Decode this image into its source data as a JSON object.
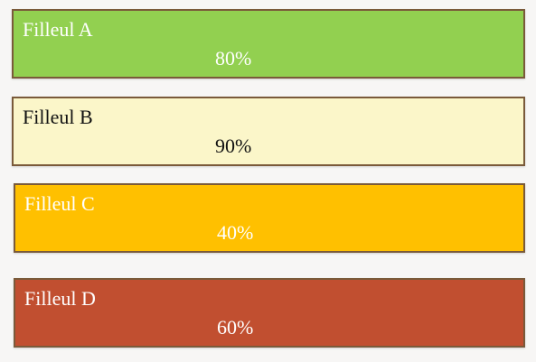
{
  "cards": [
    {
      "name": "Filleul A",
      "percent": "80%",
      "bg": "#92d050",
      "text_color": "#ffffff"
    },
    {
      "name": "Filleul B",
      "percent": "90%",
      "bg": "#fbf6c9",
      "text_color": "#111111"
    },
    {
      "name": "Filleul C",
      "percent": "40%",
      "bg": "#ffc000",
      "text_color": "#ffffff"
    },
    {
      "name": "Filleul D",
      "percent": "60%",
      "bg": "#c14f30",
      "text_color": "#ffffff"
    }
  ]
}
